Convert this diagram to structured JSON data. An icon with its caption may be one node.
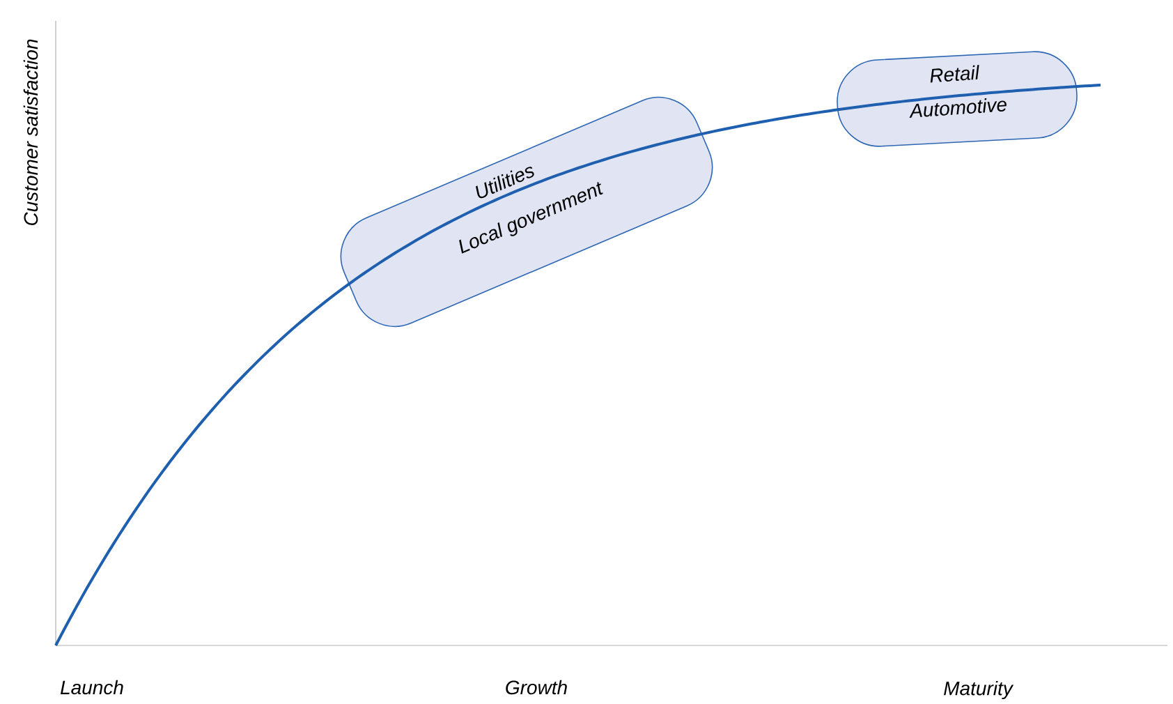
{
  "diagram": {
    "nodes": [
      {
        "text": [
          "Utilities",
          "Local government"
        ]
      },
      {
        "text": [
          "Retail",
          "Automotive"
        ]
      }
    ],
    "labels": [
      "Customer satisfaction",
      "Launch",
      "Growth",
      "Maturity"
    ]
  }
}
